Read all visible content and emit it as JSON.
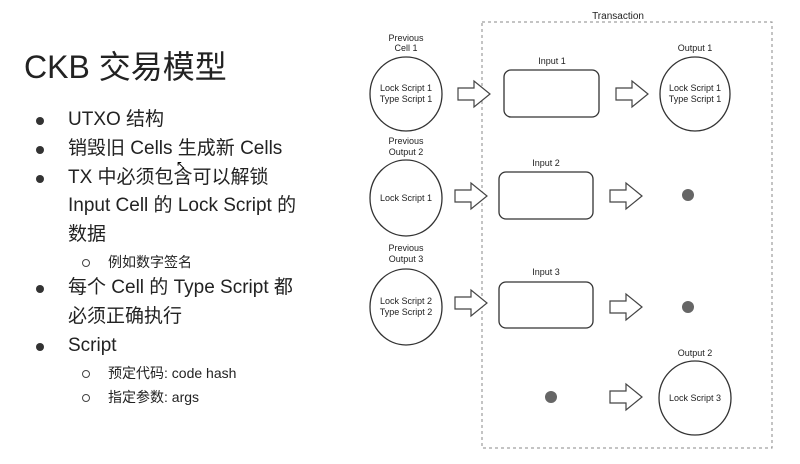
{
  "slide": {
    "title": "CKB 交易模型",
    "bullets": [
      {
        "level": 1,
        "text": "UTXO 结构"
      },
      {
        "level": 1,
        "text": "销毁旧 Cells 生成新 Cells"
      },
      {
        "level": 1,
        "text": "TX 中必须包含可以解锁"
      },
      {
        "level": 1,
        "text": "Input Cell 的 Lock Script 的",
        "continuation": true
      },
      {
        "level": 1,
        "text": "数据",
        "continuation": true
      },
      {
        "level": 2,
        "text": "例如数字签名"
      },
      {
        "level": 1,
        "text": "每个 Cell 的 Type Script 都"
      },
      {
        "level": 1,
        "text": "必须正确执行",
        "continuation": true
      },
      {
        "level": 1,
        "text": "Script"
      },
      {
        "level": 2,
        "text": "预定代码: code hash"
      },
      {
        "level": 2,
        "text": "指定参数: args"
      }
    ]
  },
  "diagram": {
    "transaction_label": "Transaction",
    "previous_cells": [
      {
        "title_line1": "Previous",
        "title_line2": "Cell 1",
        "script_line1": "Lock Script 1",
        "script_line2": "Type Script 1"
      },
      {
        "title_line1": "Previous",
        "title_line2": "Output 2",
        "script_line1": "Lock Script 1",
        "script_line2": ""
      },
      {
        "title_line1": "Previous",
        "title_line2": "Output 3",
        "script_line1": "Lock Script 2",
        "script_line2": "Type Script 2"
      }
    ],
    "inputs": [
      "Input 1",
      "Input 2",
      "Input 3"
    ],
    "outputs": [
      {
        "title": "Output 1",
        "script_line1": "Lock Script 1",
        "script_line2": "Type Script 1"
      },
      {
        "title": "Output 2",
        "script_line1": "Lock Script 3",
        "script_line2": ""
      }
    ],
    "colors": {
      "line": "#555555",
      "dot": "#666666",
      "border": "#888888"
    }
  }
}
